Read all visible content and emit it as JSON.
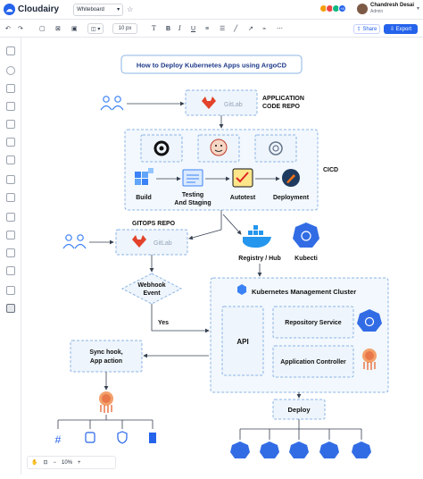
{
  "app": {
    "name": "Cloudairy"
  },
  "document": {
    "mode": "Whiteboard"
  },
  "user": {
    "name": "Chandresh Desai",
    "role": "Admin"
  },
  "collaborators": {
    "extra": "+8"
  },
  "toolbar": {
    "font_size": "10 px",
    "share": "Share",
    "export": "Export",
    "zoom": "10%"
  },
  "diagram": {
    "title": "How to Deploy Kubernetes Apps using ArgoCD",
    "app_repo_label": "APPLICATION\nCODE REPO",
    "gitlab": "GitLab",
    "cicd": "CICD",
    "build": "Build",
    "testing_1": "Testing",
    "testing_2": "And Staging",
    "autotest": "Autotest",
    "deployment": "Deployment",
    "gitops_repo": "GITOPS REPO",
    "registry": "Registry / Hub",
    "kubecti": "Kubecti",
    "webhook_1": "Webhook",
    "webhook_2": "Event",
    "yes": "Yes",
    "k8s_cluster": "Kubernetes Management Cluster",
    "api": "API",
    "repo_service": "Repository Service",
    "app_controller": "Application Controller",
    "sync_1": "Sync hook,",
    "sync_2": "App action",
    "deploy": "Deploy"
  },
  "colors": {
    "accent": "#2563eb",
    "dashed_blue": "#8cb4e6",
    "panel_fill": "#eef5fc",
    "k8s_blue": "#326ce5",
    "gitlab_orange": "#e2432a"
  }
}
